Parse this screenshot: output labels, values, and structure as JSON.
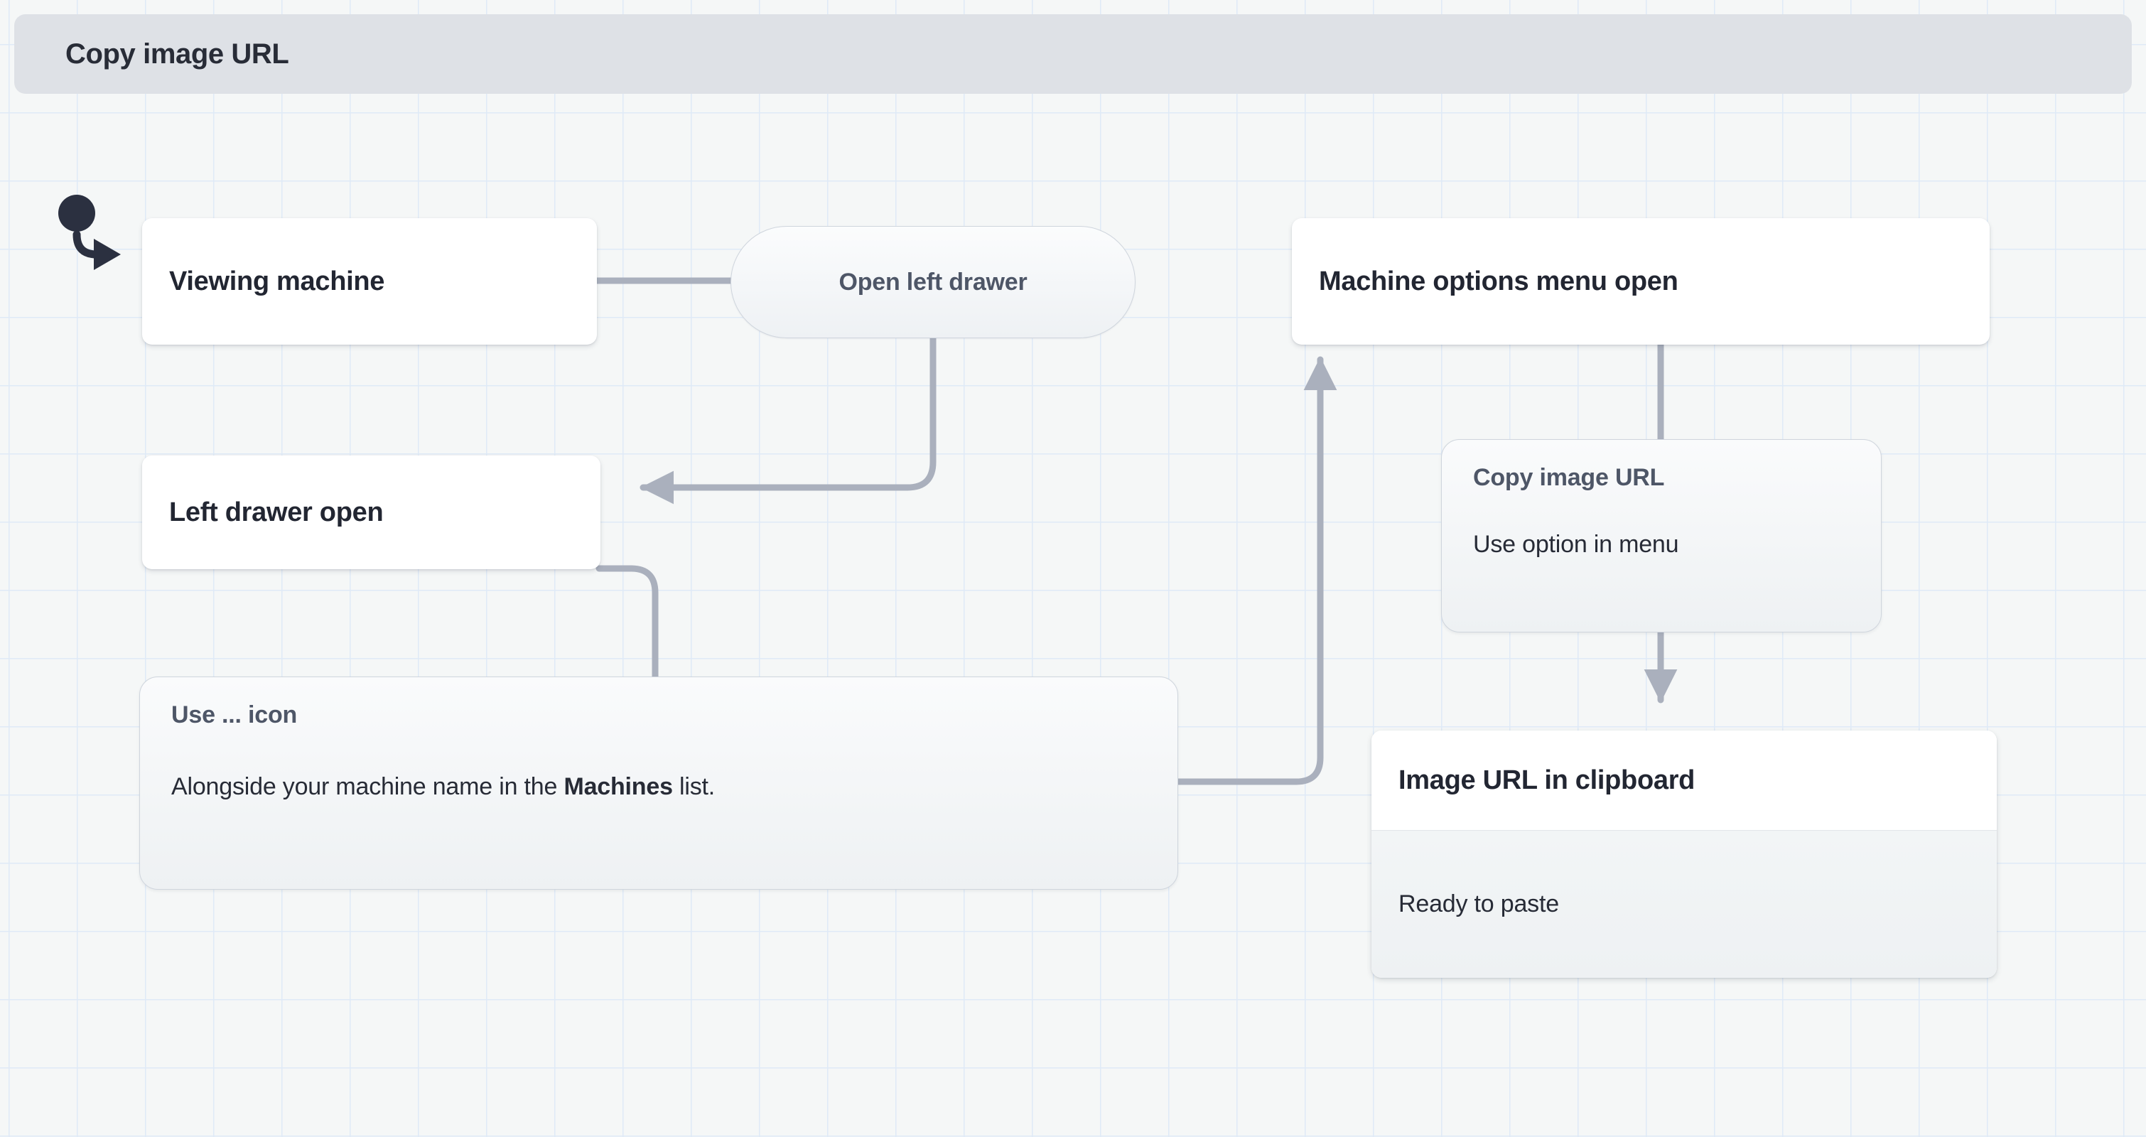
{
  "header": {
    "title": "Copy image URL"
  },
  "diagram": {
    "start_marker": "start-dot-arrow",
    "nodes": [
      {
        "id": "viewing-machine",
        "kind": "state",
        "label": "Viewing machine"
      },
      {
        "id": "open-left-drawer",
        "kind": "event",
        "label": "Open left drawer"
      },
      {
        "id": "machine-options-open",
        "kind": "state",
        "label": "Machine options menu open"
      },
      {
        "id": "left-drawer-open",
        "kind": "state",
        "label": "Left drawer open"
      },
      {
        "id": "copy-image-url",
        "kind": "action",
        "title": "Copy image URL",
        "description": "Use option in menu"
      },
      {
        "id": "use-ellipsis-icon",
        "kind": "action",
        "title": "Use ... icon",
        "description_prefix": "Alongside your machine name in the ",
        "description_bold": "Machines",
        "description_suffix": " list."
      },
      {
        "id": "image-url-clipboard",
        "kind": "split",
        "title": "Image URL in clipboard",
        "description": "Ready to paste"
      }
    ],
    "edges": [
      {
        "from": "viewing-machine",
        "to": "open-left-drawer",
        "arrow": false
      },
      {
        "from": "open-left-drawer",
        "to": "left-drawer-open",
        "arrow": true
      },
      {
        "from": "left-drawer-open",
        "to": "use-ellipsis-icon",
        "arrow": false
      },
      {
        "from": "use-ellipsis-icon",
        "to": "machine-options-open",
        "arrow": true
      },
      {
        "from": "machine-options-open",
        "to": "copy-image-url",
        "arrow": false
      },
      {
        "from": "copy-image-url",
        "to": "image-url-clipboard",
        "arrow": true
      }
    ]
  },
  "colors": {
    "canvas_background": "#f5f7f7",
    "grid_line": "#dfeaf7",
    "header_bar": "#dee1e6",
    "node_white": "#ffffff",
    "node_text_dark": "#222632",
    "muted_text": "#4e5667",
    "edge_stroke": "#aab0bd",
    "start_dot": "#2b3040"
  }
}
